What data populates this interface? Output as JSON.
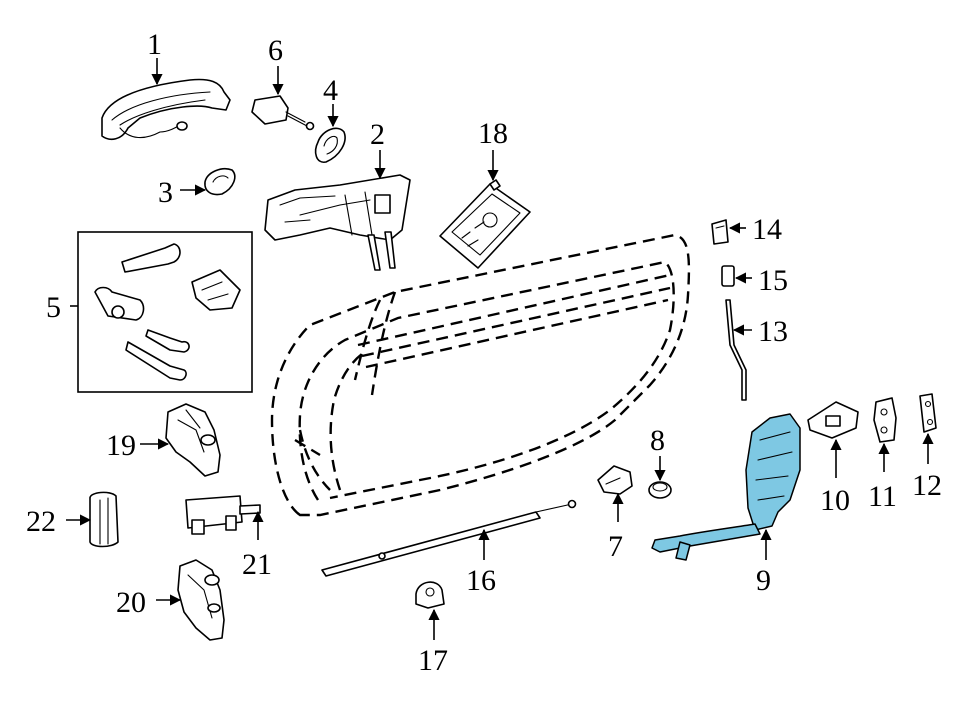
{
  "colors": {
    "line": "#000000",
    "background": "#ffffff",
    "highlight": "#7ec8e3"
  },
  "callouts": [
    {
      "id": "1",
      "text": "1"
    },
    {
      "id": "2",
      "text": "2"
    },
    {
      "id": "3",
      "text": "3"
    },
    {
      "id": "4",
      "text": "4"
    },
    {
      "id": "5",
      "text": "5"
    },
    {
      "id": "6",
      "text": "6"
    },
    {
      "id": "7",
      "text": "7"
    },
    {
      "id": "8",
      "text": "8"
    },
    {
      "id": "9",
      "text": "9"
    },
    {
      "id": "10",
      "text": "10"
    },
    {
      "id": "11",
      "text": "11"
    },
    {
      "id": "12",
      "text": "12"
    },
    {
      "id": "13",
      "text": "13"
    },
    {
      "id": "14",
      "text": "14"
    },
    {
      "id": "15",
      "text": "15"
    },
    {
      "id": "16",
      "text": "16"
    },
    {
      "id": "17",
      "text": "17"
    },
    {
      "id": "18",
      "text": "18"
    },
    {
      "id": "19",
      "text": "19"
    },
    {
      "id": "20",
      "text": "20"
    },
    {
      "id": "21",
      "text": "21"
    },
    {
      "id": "22",
      "text": "22"
    }
  ],
  "highlighted_part": "9"
}
